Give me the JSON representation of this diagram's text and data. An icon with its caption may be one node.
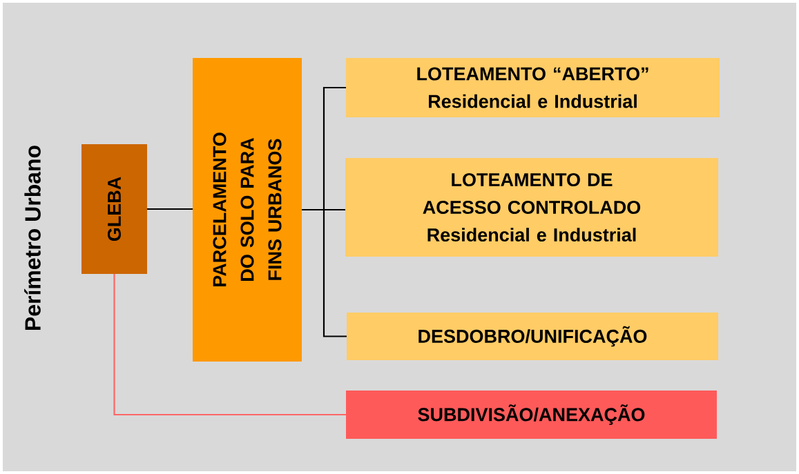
{
  "diagram": {
    "nodes": [
      {
        "text": [
          "GLEBA"
        ]
      },
      {
        "text": [
          "PARCELAMENTO DO SOLO PARA FINS URBANOS"
        ]
      },
      {
        "text": [
          "LOTEAMENTO “ABERTO”",
          "Residencial e Industrial"
        ]
      },
      {
        "text": [
          "LOTEAMENTO DE ACESSO CONTROLADO",
          "Residencial e Industrial"
        ]
      },
      {
        "text": [
          "DESDOBRO/UNIFICAÇÃO"
        ]
      },
      {
        "text": [
          "SUBDIVISÃO/ANEXAÇÃO"
        ]
      }
    ],
    "edges": [
      {
        "from": 0,
        "to": 1,
        "arrow": "none"
      },
      {
        "from": 1,
        "to": 2,
        "arrow": "none"
      },
      {
        "from": 1,
        "to": 3,
        "arrow": "none"
      },
      {
        "from": 1,
        "to": 4,
        "arrow": "none"
      },
      {
        "from": 0,
        "to": 5,
        "arrow": "none",
        "color": "#ff6666"
      }
    ],
    "labels": [
      "Perímetro Urbano"
    ]
  }
}
